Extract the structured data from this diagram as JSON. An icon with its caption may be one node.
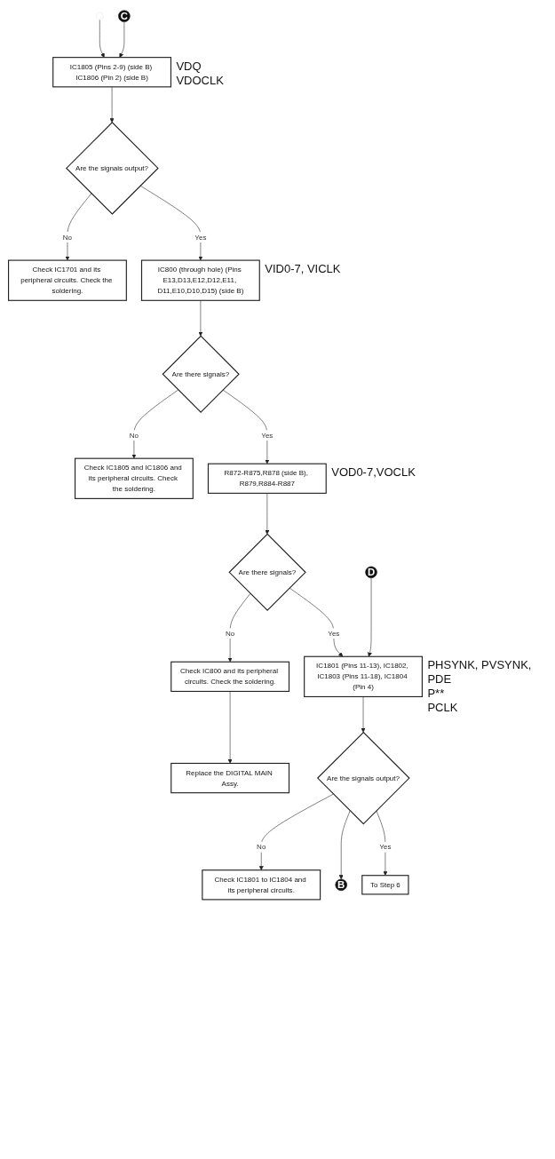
{
  "diagram": {
    "nodes": [
      {
        "text": [
          "C"
        ]
      },
      {
        "text": [
          "IC1805 (Pins 2-9) (side B) IC1806 (Pin 2) (side B)"
        ],
        "beside": [
          "VDQ",
          "VDOCLK"
        ]
      },
      {
        "text": [
          "Are the signals output?"
        ]
      },
      {
        "text": [
          "Check IC1701 and its peripheral circuits. Check the soldering."
        ]
      },
      {
        "text": [
          "IC800 (through hole) (Pins E13,D13,E12,D12,E11, D11,E10,D10,D15) (side B)"
        ],
        "beside": [
          "VID0-7, VICLK"
        ]
      },
      {
        "text": [
          "Are there signals?"
        ]
      },
      {
        "text": [
          "Check IC1805 and IC1806 and its peripheral circuits. Check the soldering."
        ]
      },
      {
        "text": [
          "R872-R875,R878 (side B), R879,R884-R887"
        ],
        "beside": [
          "VOD0-7,VOCLK"
        ]
      },
      {
        "text": [
          "Are there signals?"
        ]
      },
      {
        "text": [
          "Check IC800 and its peripheral circuits. Check the soldering."
        ]
      },
      {
        "text": [
          "Replace the DIGITAL MAIN Assy."
        ]
      },
      {
        "text": [
          "D"
        ]
      },
      {
        "text": [
          "IC1801 (Pins 11-13), IC1802, IC1803 (Pins 11-18), IC1804 (Pin 4)"
        ],
        "beside": [
          "PHSYNK, PVSYNK, PDE",
          "P**",
          "PCLK"
        ]
      },
      {
        "text": [
          "Are the signals output?"
        ]
      },
      {
        "text": [
          "Check IC1801 to IC1804 and its peripheral circuits."
        ]
      },
      {
        "text": [
          "B"
        ]
      },
      {
        "text": [
          "To Step 6"
        ]
      }
    ],
    "edges": [
      {
        "from": null,
        "to": 1,
        "arrow": "to"
      },
      {
        "from": 0,
        "to": 1,
        "arrow": "to"
      },
      {
        "from": 1,
        "to": 2,
        "arrow": "to"
      },
      {
        "from": 2,
        "to": 3,
        "arrow": "to",
        "label": "No"
      },
      {
        "from": 2,
        "to": 4,
        "arrow": "to",
        "label": "Yes"
      },
      {
        "from": 4,
        "to": 5,
        "arrow": "to"
      },
      {
        "from": 5,
        "to": 6,
        "arrow": "to",
        "label": "No"
      },
      {
        "from": 5,
        "to": 7,
        "arrow": "to",
        "label": "Yes"
      },
      {
        "from": 7,
        "to": 8,
        "arrow": "to"
      },
      {
        "from": 8,
        "to": 9,
        "arrow": "to",
        "label": "No"
      },
      {
        "from": 9,
        "to": 10,
        "arrow": "to"
      },
      {
        "from": 8,
        "to": 12,
        "arrow": "to",
        "label": "Yes"
      },
      {
        "from": 11,
        "to": 12,
        "arrow": "to"
      },
      {
        "from": 12,
        "to": 13,
        "arrow": "to"
      },
      {
        "from": 13,
        "to": 14,
        "arrow": "to",
        "label": "No"
      },
      {
        "from": 13,
        "to": 15,
        "arrow": "to"
      },
      {
        "from": 13,
        "to": 16,
        "arrow": "to",
        "label": "Yes"
      }
    ]
  }
}
